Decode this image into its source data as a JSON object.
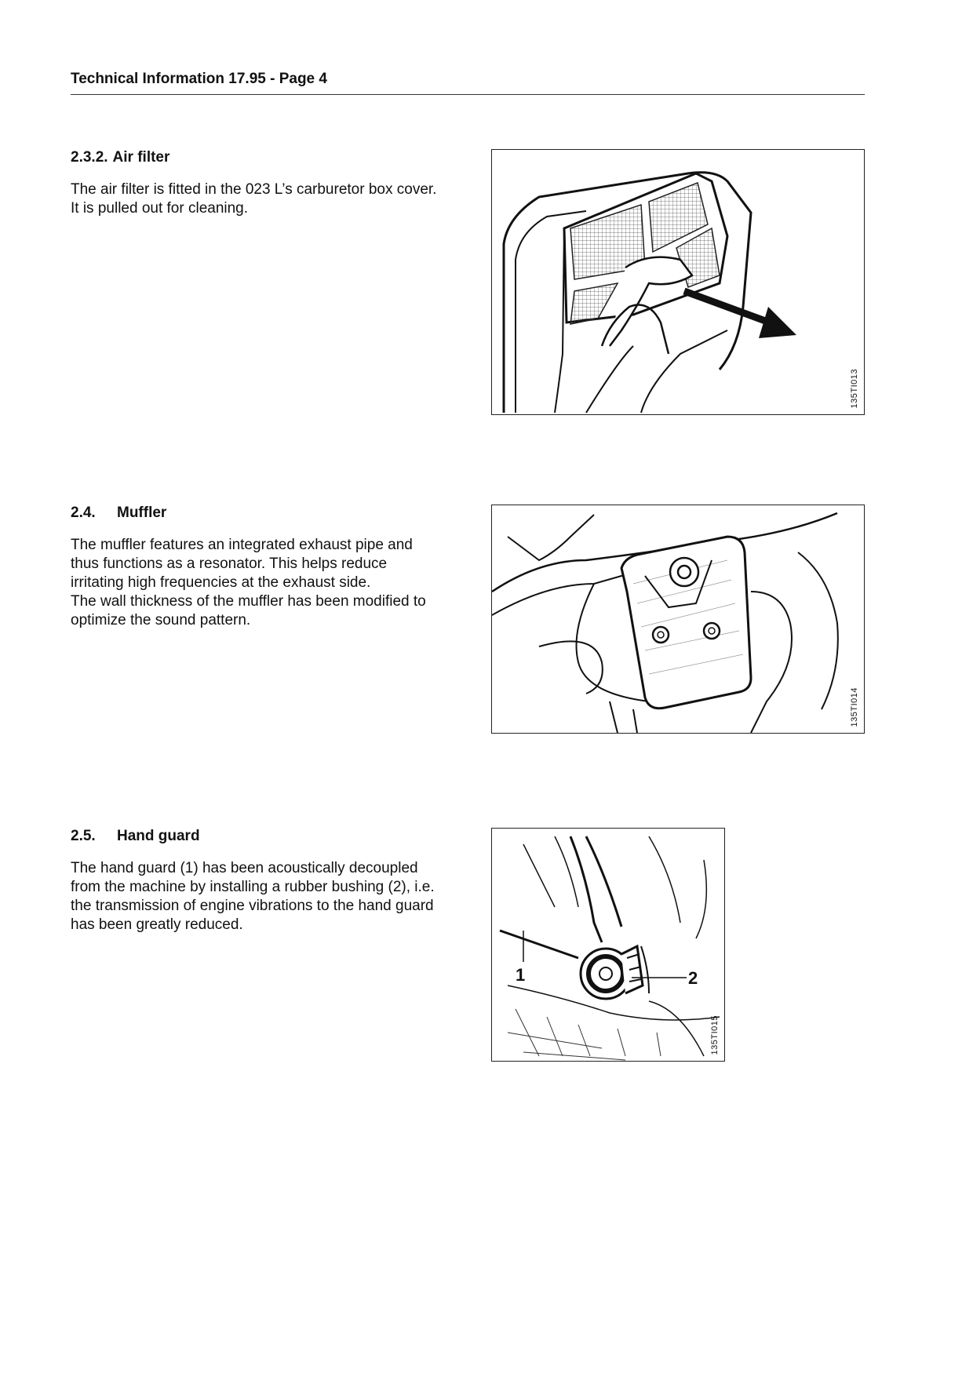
{
  "header": {
    "title": "Technical Information 17.95  -  Page 4"
  },
  "sections": [
    {
      "number": "2.3.2.",
      "title": "Air filter",
      "paragraphs": [
        "The air filter is fitted in the 023 L’s carburetor box cover. It is pulled out for cleaning."
      ],
      "figure": {
        "code": "135TI013"
      }
    },
    {
      "number": "2.4.",
      "title": "Muffler",
      "paragraphs": [
        "The muffler features an integrated exhaust pipe and thus functions as a resonator. This helps reduce irritating high frequencies at the exhaust side.",
        "The wall thickness of the muffler has been modified to optimize the sound pattern."
      ],
      "figure": {
        "code": "135TI014"
      }
    },
    {
      "number": "2.5.",
      "title": "Hand guard",
      "paragraphs": [
        "The hand guard (1) has been acoustically decoupled from the machine by installing a rubber bushing (2), i.e. the transmission of engine vibrations to the hand guard has been greatly reduced."
      ],
      "figure": {
        "code": "135TI015",
        "callouts": [
          "1",
          "2"
        ]
      }
    }
  ]
}
